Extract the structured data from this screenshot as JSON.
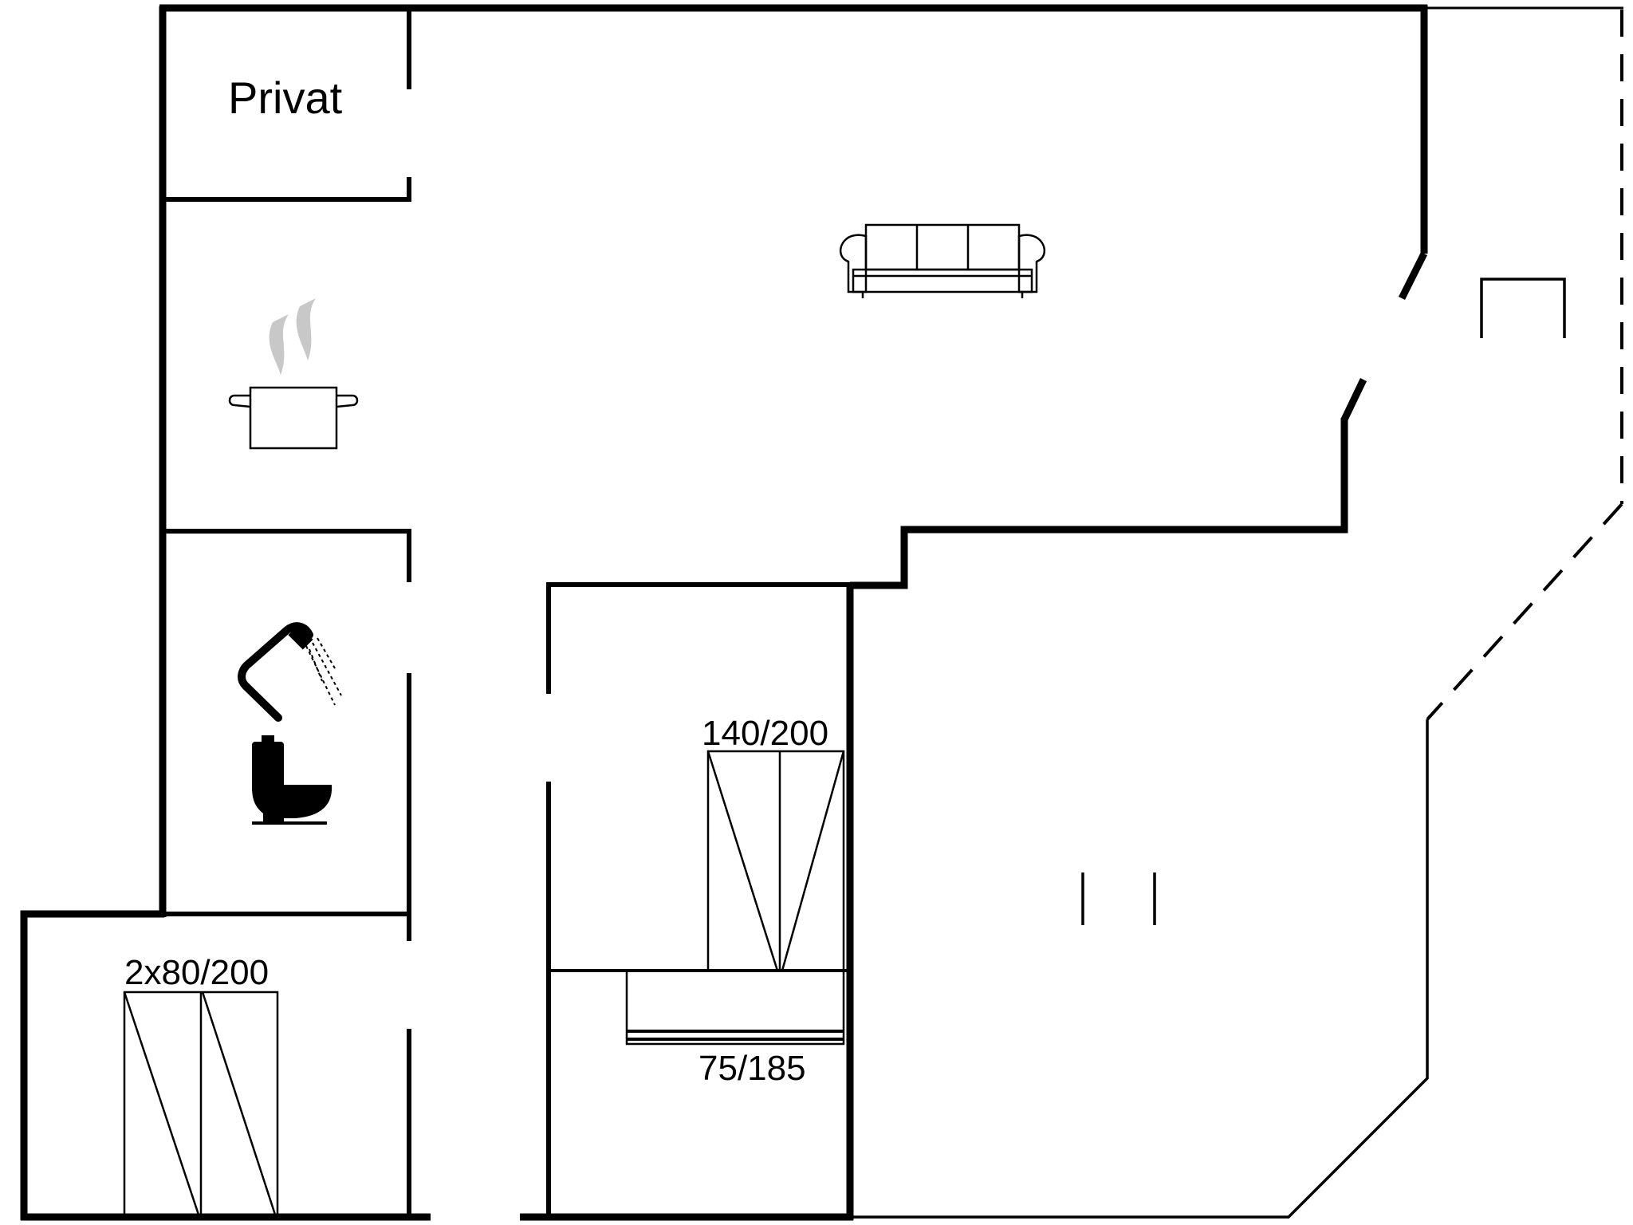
{
  "floorplan": {
    "room_label": "Privat",
    "beds": {
      "double": "140/200",
      "twin": "2x80/200",
      "single": "75/185"
    }
  },
  "icons": {
    "kitchen": "cooking-pot-icon",
    "living": "sofa-icon",
    "shower": "shower-icon",
    "toilet": "toilet-icon"
  }
}
